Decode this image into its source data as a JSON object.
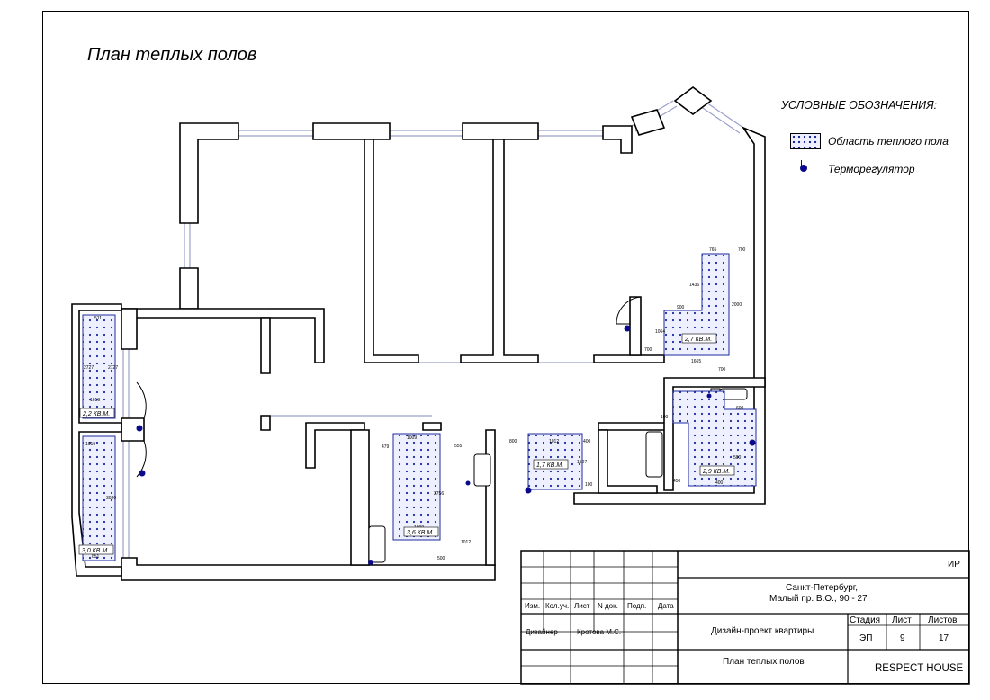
{
  "title": "План теплых полов",
  "legend": {
    "heading": "УСЛОВНЫЕ ОБОЗНАЧЕНИЯ:",
    "heated_area": "Область теплого пола",
    "thermostat": "Терморегулятор"
  },
  "zones": [
    {
      "label": "2,2 КВ.М.",
      "dims": [
        "511",
        "2727",
        "2727",
        "1619"
      ]
    },
    {
      "label": "3,0 КВ.М.",
      "dims": [
        "1019",
        "3029",
        "651"
      ]
    },
    {
      "label": "3,6 КВ.М.",
      "dims": [
        "479",
        "1009",
        "2756",
        "1009",
        "500",
        "555",
        "1012"
      ]
    },
    {
      "label": "1,7 КВ.М.",
      "dims": [
        "800",
        "1012",
        "400",
        "1507",
        "100"
      ]
    },
    {
      "label": "2,7 КВ.М.",
      "dims": [
        "765",
        "700",
        "1436",
        "900",
        "2000",
        "1064",
        "700",
        "1665",
        "700"
      ]
    },
    {
      "label": "2,9 КВ.М.",
      "dims": [
        "100",
        "600",
        "500",
        "400",
        "450"
      ]
    }
  ],
  "stamp": {
    "cols": [
      "Изм.",
      "Кол.уч.",
      "Лист",
      "N док.",
      "Подп.",
      "Дата"
    ],
    "role": "Дизайнер",
    "author": "Кротова М.С.",
    "code": "ИР",
    "address_line1": "Санкт-Петербург,",
    "address_line2": "Малый пр. В.О., 90 - 27",
    "project": "Дизайн-проект квартиры",
    "stage_h": "Стадия",
    "sheet_h": "Лист",
    "sheets_h": "Листов",
    "stage": "ЭП",
    "sheet": "9",
    "sheets": "17",
    "drawing": "План теплых полов",
    "company": "RESPECT HOUSE"
  }
}
